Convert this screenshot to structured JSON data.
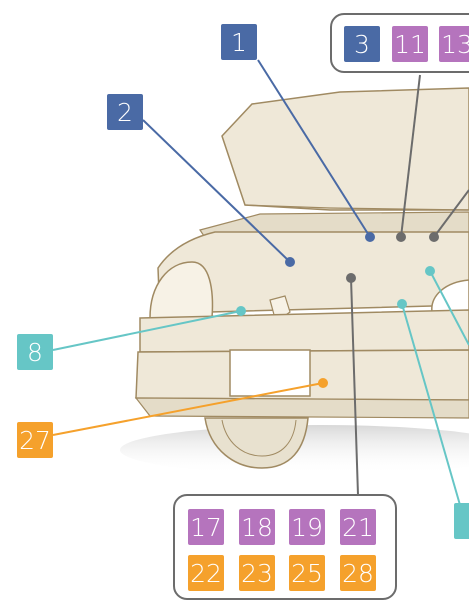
{
  "colors": {
    "blue": "#4a6aa5",
    "purple": "#b574bd",
    "orange": "#f5a12c",
    "teal": "#66c6c6",
    "grey_dot": "#6c6c6c",
    "car_fill": "#efe8d8",
    "car_stroke": "#a08a62"
  },
  "diagram": {
    "subject": "car-front-with-open-hood",
    "callouts": [
      {
        "id": "c1",
        "label": "1",
        "color": "blue"
      },
      {
        "id": "c2",
        "label": "2",
        "color": "blue"
      },
      {
        "id": "c8",
        "label": "8",
        "color": "teal"
      },
      {
        "id": "c27",
        "label": "27",
        "color": "orange"
      },
      {
        "id": "cr",
        "label": "",
        "color": "teal"
      }
    ],
    "top_group": [
      {
        "label": "3",
        "color": "blue"
      },
      {
        "label": "11",
        "color": "purple"
      },
      {
        "label": "13",
        "color": "purple"
      }
    ],
    "bottom_group": {
      "row1": [
        {
          "label": "17",
          "color": "purple"
        },
        {
          "label": "18",
          "color": "purple"
        },
        {
          "label": "19",
          "color": "purple"
        },
        {
          "label": "21",
          "color": "purple"
        }
      ],
      "row2": [
        {
          "label": "22",
          "color": "orange"
        },
        {
          "label": "23",
          "color": "orange"
        },
        {
          "label": "25",
          "color": "orange"
        },
        {
          "label": "28",
          "color": "orange"
        }
      ]
    }
  }
}
